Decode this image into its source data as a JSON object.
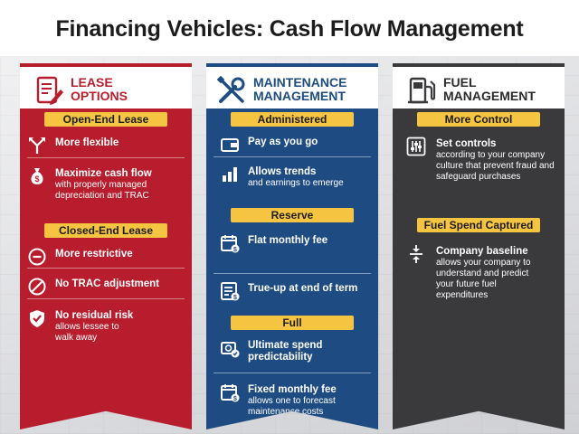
{
  "page": {
    "title": "Financing Vehicles: Cash Flow Management"
  },
  "colors": {
    "lease": "#b71d2d",
    "maintenance": "#1e4c82",
    "fuel": "#3a3a3d",
    "pill": "#f5c542"
  },
  "panels": [
    {
      "id": "lease",
      "heading_line1": "LEASE",
      "heading_line2": "OPTIONS",
      "heading_icon": "document-pen-icon",
      "sections": [
        {
          "pill": "Open-End Lease",
          "items": [
            {
              "icon": "split-arrows-icon",
              "title": "More flexible",
              "sub": ""
            },
            {
              "icon": "money-bag-icon",
              "title": "Maximize cash flow",
              "sub": "with properly managed depreciation and TRAC"
            }
          ]
        },
        {
          "pill": "Closed-End Lease",
          "items": [
            {
              "icon": "minus-circle-icon",
              "title": "More restrictive",
              "sub": ""
            },
            {
              "icon": "no-sign-icon",
              "title": "No TRAC adjustment",
              "sub": ""
            },
            {
              "icon": "shield-check-icon",
              "title": "No residual risk",
              "sub": "allows lessee to walk away"
            }
          ]
        }
      ]
    },
    {
      "id": "maintenance",
      "heading_line1": "MAINTENANCE",
      "heading_line2": "MANAGEMENT",
      "heading_icon": "wrench-screwdriver-icon",
      "sections": [
        {
          "pill": "Administered",
          "items": [
            {
              "icon": "wallet-icon",
              "title": "Pay as you go",
              "sub": ""
            },
            {
              "icon": "bar-chart-icon",
              "title": "Allows trends",
              "sub": "and earnings to emerge"
            }
          ]
        },
        {
          "pill": "Reserve",
          "items": [
            {
              "icon": "calendar-dollar-icon",
              "title": "Flat monthly fee",
              "sub": ""
            },
            {
              "icon": "invoice-list-icon",
              "title": "True-up at end of term",
              "sub": ""
            }
          ]
        },
        {
          "pill": "Full",
          "items": [
            {
              "icon": "money-check-icon",
              "title": "Ultimate spend predictability",
              "sub": ""
            },
            {
              "icon": "calendar-dollar-icon",
              "title": "Fixed monthly fee",
              "sub": "allows one to forecast maintenance costs"
            }
          ]
        }
      ]
    },
    {
      "id": "fuel",
      "heading_line1": "FUEL",
      "heading_line2": "MANAGEMENT",
      "heading_icon": "fuel-pump-icon",
      "sections": [
        {
          "pill": "More Control",
          "items": [
            {
              "icon": "sliders-icon",
              "title": "Set controls",
              "sub": "according to your company culture that prevent fraud and safeguard purchases"
            }
          ]
        },
        {
          "pill": "Fuel Spend Captured",
          "items": [
            {
              "icon": "baseline-arrows-icon",
              "title": "Company baseline",
              "sub": "allows your company to understand and predict your future fuel expenditures"
            }
          ]
        }
      ]
    }
  ]
}
